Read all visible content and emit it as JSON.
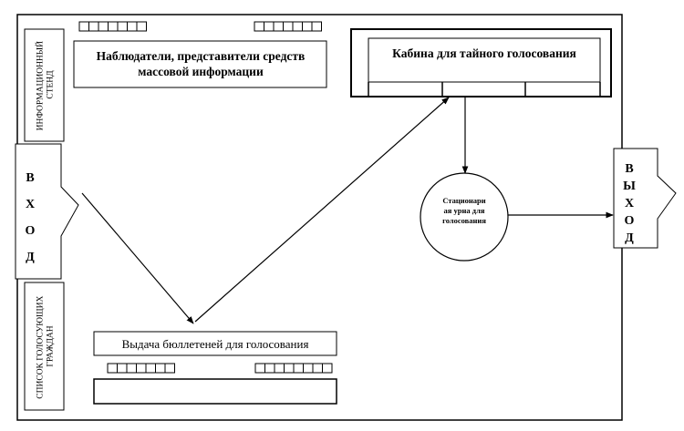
{
  "info_stand": "ИНФОРМАЦИОННЫЙ СТЕНД",
  "observers": {
    "line1": "Наблюдатели, представители средств",
    "line2": "массовой информации"
  },
  "booth": "Кабина для тайного голосования",
  "urn": {
    "line1": "Стационари",
    "line2": "ая урна для",
    "line3": "голосования"
  },
  "entrance": [
    "В",
    "Х",
    "О",
    "Д"
  ],
  "exit": [
    "В",
    "Ы",
    "Х",
    "О",
    "Д"
  ],
  "voters_list": "СПИСОК ГОЛОСУЮЩИХ ГРАЖДАН",
  "ballot_issue": "Выдача бюллетеней для голосования"
}
